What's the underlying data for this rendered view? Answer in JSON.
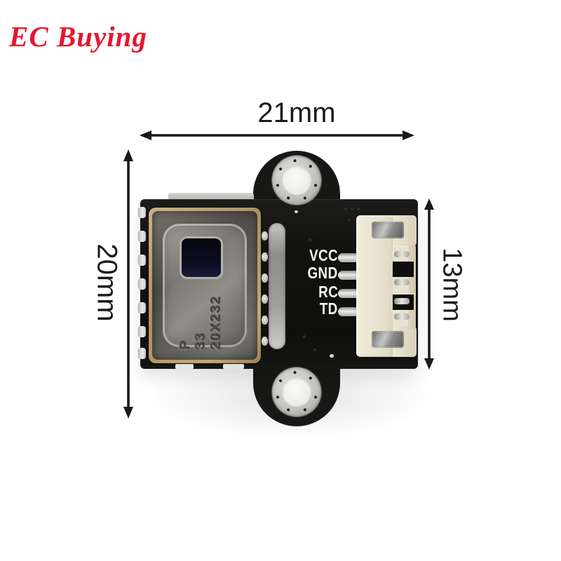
{
  "watermark": {
    "text": "EC Buying",
    "color": "#e4182e"
  },
  "annotations": {
    "board_width": "21mm",
    "board_height": "20mm",
    "connector_height": "13mm",
    "arrow_color": "#1a1a1a"
  },
  "board": {
    "silkscreen": [
      "VCC",
      "GND",
      "RC",
      "TD"
    ],
    "sensor_marking_lines": [
      "P",
      "33",
      "20X232"
    ],
    "colors": {
      "pcb_black": "#141412",
      "gold_rim": "#b59a6d",
      "metal_can": "#7e7b75",
      "sensor_window_navy": "#10102a",
      "connector_cream": "#e9e2d0",
      "slot_gray": "#9a9a98",
      "plated_ring": "#c2c2c0",
      "silkscreen_white": "#f5f5f3"
    }
  }
}
